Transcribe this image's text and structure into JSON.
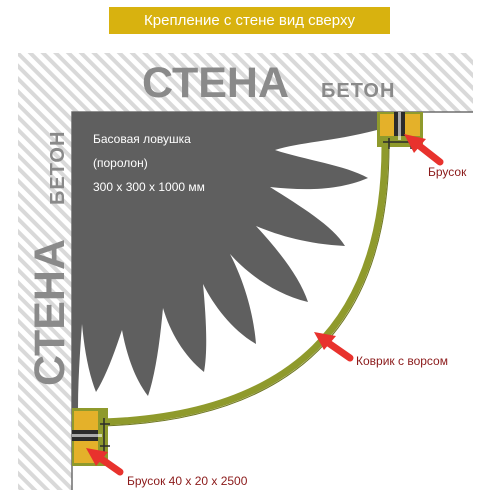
{
  "title": "Крепление с стене вид сверху",
  "wall_top": {
    "main": "СТЕНА",
    "sub": "БЕТОН"
  },
  "wall_left": {
    "main": "СТЕНА",
    "sub": "БЕТОН"
  },
  "trap": {
    "line1": "Басовая ловушка",
    "line2": "(поролон)",
    "line3": "300 х 300 х 1000 мм"
  },
  "labels": {
    "bar": "Брусок",
    "carpet": "Коврик с ворсом",
    "bar_size": "Брусок 40 х 20 х 2500"
  },
  "colors": {
    "title_bg": "#d8b20f",
    "wall_hatch": "#d9d9d9",
    "foam": "#5f5f5f",
    "carpet": "#8f9a2c",
    "bar": "#e4b12a",
    "arrow": "#e8322d",
    "label_text": "#8b1a1a"
  }
}
